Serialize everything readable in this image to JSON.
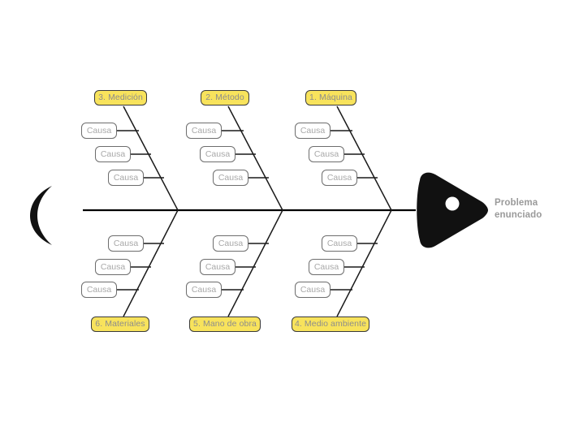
{
  "diagram": {
    "type": "fishbone-ishikawa",
    "language": "es",
    "problem": {
      "line1": "Problema",
      "line2": "enunciado"
    },
    "colors": {
      "category_fill": "#f8e35c",
      "category_border": "#3a3a3a",
      "category_text": "#8d8d8d",
      "cause_fill": "#ffffff",
      "cause_border": "#6d6d6d",
      "cause_text": "#a8a8a8",
      "spine": "#000000",
      "fish_body": "#111111",
      "problem_text": "#9a9a9a",
      "background": "#ffffff"
    },
    "categories": [
      {
        "id": "medicion",
        "number": "3",
        "label": "3. Medición",
        "position": "top",
        "column": 1,
        "causes": [
          {
            "label": "Causa"
          },
          {
            "label": "Causa"
          },
          {
            "label": "Causa"
          }
        ]
      },
      {
        "id": "metodo",
        "number": "2",
        "label": "2. Método",
        "position": "top",
        "column": 2,
        "causes": [
          {
            "label": "Causa"
          },
          {
            "label": "Causa"
          },
          {
            "label": "Causa"
          }
        ]
      },
      {
        "id": "maquina",
        "number": "1",
        "label": "1. Máquina",
        "position": "top",
        "column": 3,
        "causes": [
          {
            "label": "Causa"
          },
          {
            "label": "Causa"
          },
          {
            "label": "Causa"
          }
        ]
      },
      {
        "id": "materiales",
        "number": "6",
        "label": "6. Materiales",
        "position": "bottom",
        "column": 1,
        "causes": [
          {
            "label": "Causa"
          },
          {
            "label": "Causa"
          },
          {
            "label": "Causa"
          }
        ]
      },
      {
        "id": "mano-de-obra",
        "number": "5",
        "label": "5. Mano de obra",
        "position": "bottom",
        "column": 2,
        "causes": [
          {
            "label": "Causa"
          },
          {
            "label": "Causa"
          },
          {
            "label": "Causa"
          }
        ]
      },
      {
        "id": "medio-ambiente",
        "number": "4",
        "label": "4. Medio ambiente",
        "position": "bottom",
        "column": 3,
        "causes": [
          {
            "label": "Causa"
          },
          {
            "label": "Causa"
          },
          {
            "label": "Causa"
          }
        ]
      }
    ]
  }
}
